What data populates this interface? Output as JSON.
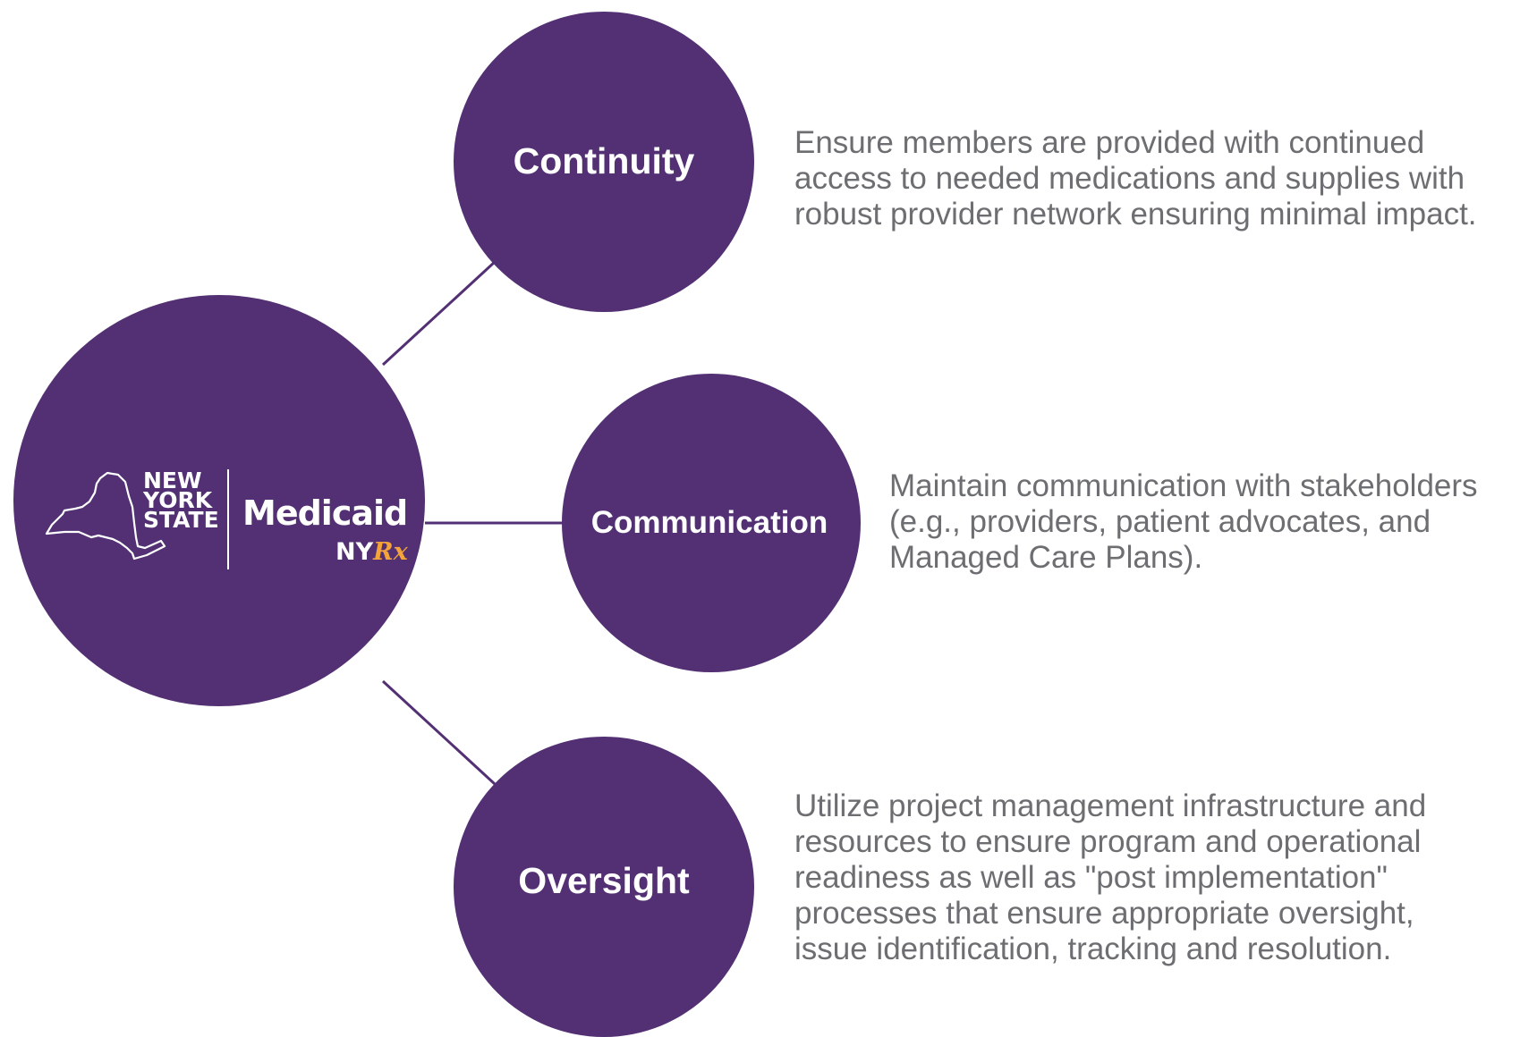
{
  "colors": {
    "node_fill": "#523073",
    "connector": "#523073",
    "description_text": "#6d6e71",
    "logo_accent": "#f2a33a"
  },
  "hub": {
    "logo": {
      "state_lines": [
        "NEW",
        "YORK",
        "STATE"
      ],
      "program": "Medicaid",
      "sub_ny": "NY",
      "sub_rx": "Rx",
      "map_icon": "new-york-state-outline"
    }
  },
  "nodes": [
    {
      "label": "Continuity",
      "description": [
        "Ensure members are provided with continued",
        "access to needed medications and supplies with",
        "robust provider network ensuring minimal impact."
      ]
    },
    {
      "label": "Communication",
      "description": [
        "Maintain communication with stakeholders",
        "(e.g., providers, patient advocates, and",
        "Managed Care Plans)."
      ]
    },
    {
      "label": "Oversight",
      "description": [
        "Utilize project management infrastructure and",
        "resources to ensure program and operational",
        "readiness as well as \"post implementation\"",
        "processes that ensure appropriate oversight,",
        "issue identification, tracking and resolution."
      ]
    }
  ]
}
